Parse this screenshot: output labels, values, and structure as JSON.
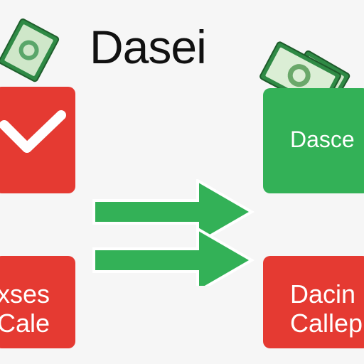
{
  "title": "Dasei",
  "green_card": {
    "label": "Dasce",
    "color": "#33b157"
  },
  "red_card_bottom_left": {
    "line1": "xses",
    "line2": "Cale",
    "color": "#e53a32"
  },
  "red_card_bottom_right": {
    "line1": "Dacin",
    "line2": "Callep",
    "color": "#e53a32"
  },
  "icons": [
    "checkmark-icon",
    "banknote-icon",
    "double-arrow-icon"
  ],
  "colors": {
    "background": "#f6f6f6",
    "red": "#e53a32",
    "green": "#33b157",
    "text": "#111111"
  }
}
